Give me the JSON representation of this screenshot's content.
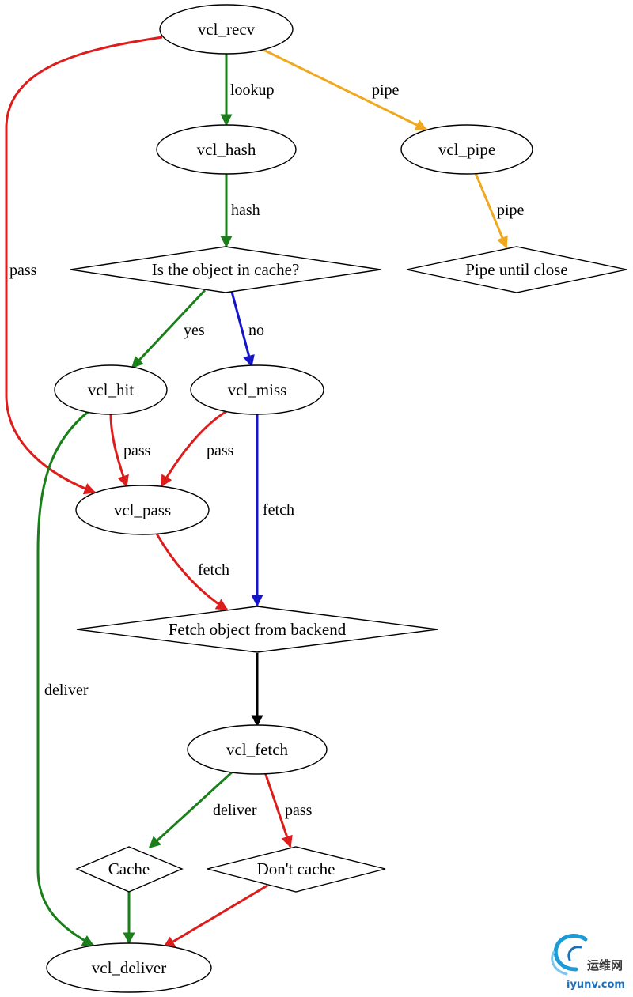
{
  "colors": {
    "red": "#dd1c1c",
    "green": "#1a7f1a",
    "blue": "#1414cc",
    "orange": "#f0a81e",
    "black": "#000000"
  },
  "nodes": {
    "vcl_recv": "vcl_recv",
    "vcl_hash": "vcl_hash",
    "vcl_pipe": "vcl_pipe",
    "cache_check": "Is the object in cache?",
    "pipe_until_close": "Pipe until close",
    "vcl_hit": "vcl_hit",
    "vcl_miss": "vcl_miss",
    "vcl_pass": "vcl_pass",
    "fetch_backend": "Fetch object from backend",
    "vcl_fetch": "vcl_fetch",
    "cache": "Cache",
    "dont_cache": "Don't cache",
    "vcl_deliver": "vcl_deliver"
  },
  "edges": [
    {
      "id": "recv_hash",
      "from": "vcl_recv",
      "to": "vcl_hash",
      "label": "lookup",
      "color": "green"
    },
    {
      "id": "recv_pipe",
      "from": "vcl_recv",
      "to": "vcl_pipe",
      "label": "pipe",
      "color": "orange"
    },
    {
      "id": "recv_pass",
      "from": "vcl_recv",
      "to": "vcl_pass",
      "label": "pass",
      "color": "red"
    },
    {
      "id": "hash_check",
      "from": "vcl_hash",
      "to": "cache_check",
      "label": "hash",
      "color": "green"
    },
    {
      "id": "pipe_close",
      "from": "vcl_pipe",
      "to": "pipe_until_close",
      "label": "pipe",
      "color": "orange"
    },
    {
      "id": "check_hit",
      "from": "cache_check",
      "to": "vcl_hit",
      "label": "yes",
      "color": "green"
    },
    {
      "id": "check_miss",
      "from": "cache_check",
      "to": "vcl_miss",
      "label": "no",
      "color": "blue"
    },
    {
      "id": "hit_pass",
      "from": "vcl_hit",
      "to": "vcl_pass",
      "label": "pass",
      "color": "red"
    },
    {
      "id": "hit_deliver",
      "from": "vcl_hit",
      "to": "vcl_deliver",
      "label": "deliver",
      "color": "green"
    },
    {
      "id": "miss_pass",
      "from": "vcl_miss",
      "to": "vcl_pass",
      "label": "pass",
      "color": "red"
    },
    {
      "id": "miss_fetch",
      "from": "vcl_miss",
      "to": "fetch_backend",
      "label": "fetch",
      "color": "blue"
    },
    {
      "id": "pass_fetch",
      "from": "vcl_pass",
      "to": "fetch_backend",
      "label": "fetch",
      "color": "red"
    },
    {
      "id": "backend_fetch",
      "from": "fetch_backend",
      "to": "vcl_fetch",
      "label": "",
      "color": "black"
    },
    {
      "id": "fetch_cache",
      "from": "vcl_fetch",
      "to": "cache",
      "label": "deliver",
      "color": "green"
    },
    {
      "id": "fetch_dontcache",
      "from": "vcl_fetch",
      "to": "dont_cache",
      "label": "pass",
      "color": "red"
    },
    {
      "id": "cache_deliver",
      "from": "cache",
      "to": "vcl_deliver",
      "label": "",
      "color": "green"
    },
    {
      "id": "dontcache_deliver",
      "from": "dont_cache",
      "to": "vcl_deliver",
      "label": "",
      "color": "red"
    }
  ],
  "watermark": {
    "logo": "swirl-logo-icon",
    "text_cn": "运维网",
    "text_url": "iyunv.com"
  }
}
